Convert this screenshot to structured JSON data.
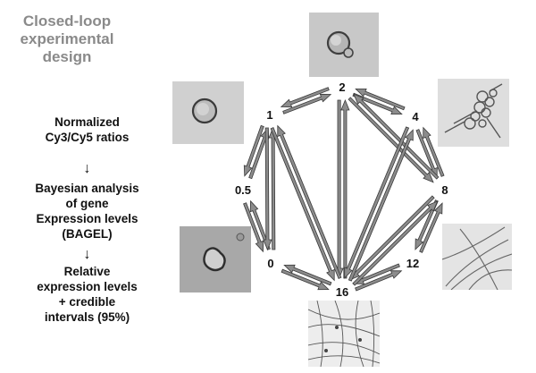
{
  "title": {
    "lines": [
      "Closed-loop",
      "experimental",
      "design"
    ]
  },
  "pipeline": {
    "step1": [
      "Normalized",
      "Cy3/Cy5 ratios"
    ],
    "arrow": "↓",
    "step2": [
      "Bayesian analysis",
      "of gene",
      "Expression levels",
      "(BAGEL)"
    ],
    "step3": [
      "Relative",
      "expression levels",
      "+ credible",
      "intervals (95%)"
    ]
  },
  "nodes": [
    {
      "id": "n2",
      "label": "2"
    },
    {
      "id": "n4",
      "label": "4"
    },
    {
      "id": "n8",
      "label": "8"
    },
    {
      "id": "n12",
      "label": "12"
    },
    {
      "id": "n16",
      "label": "16"
    },
    {
      "id": "n0",
      "label": "0"
    },
    {
      "id": "n05",
      "label": "0.5"
    },
    {
      "id": "n1",
      "label": "1"
    }
  ],
  "edges": [
    [
      "n2",
      "n4"
    ],
    [
      "n4",
      "n8"
    ],
    [
      "n8",
      "n12"
    ],
    [
      "n12",
      "n16"
    ],
    [
      "n16",
      "n0"
    ],
    [
      "n0",
      "n05"
    ],
    [
      "n05",
      "n1"
    ],
    [
      "n1",
      "n2"
    ],
    [
      "n2",
      "n16"
    ],
    [
      "n2",
      "n8"
    ],
    [
      "n1",
      "n0"
    ],
    [
      "n1",
      "n16"
    ],
    [
      "n8",
      "n16"
    ],
    [
      "n4",
      "n16"
    ]
  ],
  "colors": {
    "arrow_fill": "#8c8c8c",
    "arrow_stroke": "#3a3a3a",
    "title": "#8a8a8a"
  },
  "photos": [
    {
      "name": "cell-image-timepoint-2",
      "kind": "yeast-budding"
    },
    {
      "name": "cell-image-timepoint-4",
      "kind": "germ-tubes"
    },
    {
      "name": "cell-image-timepoint-8",
      "kind": "hyphae"
    },
    {
      "name": "cell-image-timepoint-16",
      "kind": "hyphae-mat"
    },
    {
      "name": "cell-image-timepoint-0",
      "kind": "yeast-shrunken"
    },
    {
      "name": "cell-image-timepoint-1",
      "kind": "yeast-round"
    }
  ]
}
